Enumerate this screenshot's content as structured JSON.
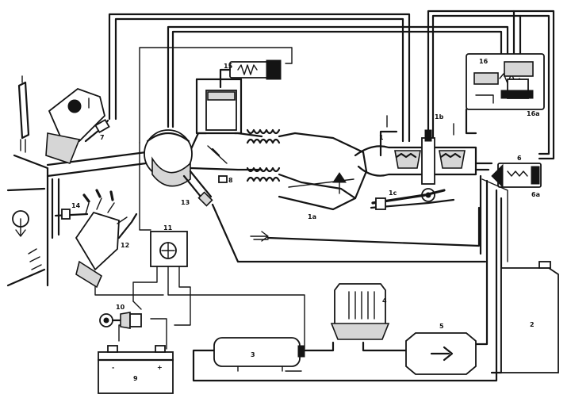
{
  "labels": {
    "l1": "1",
    "l1a": "1a",
    "l1b": "1b",
    "l1c": "1c",
    "l2": "2",
    "l3": "3",
    "l4": "4",
    "l5": "5",
    "l6": "6",
    "l6a": "6a",
    "l7": "7",
    "l8": "8",
    "l9": "9",
    "l10": "10",
    "l11": "11",
    "l12": "12",
    "l13": "13",
    "l14": "14",
    "l15": "15",
    "l16": "16",
    "l16a": "16a"
  },
  "battery": {
    "minus": "-",
    "plus": "+"
  }
}
